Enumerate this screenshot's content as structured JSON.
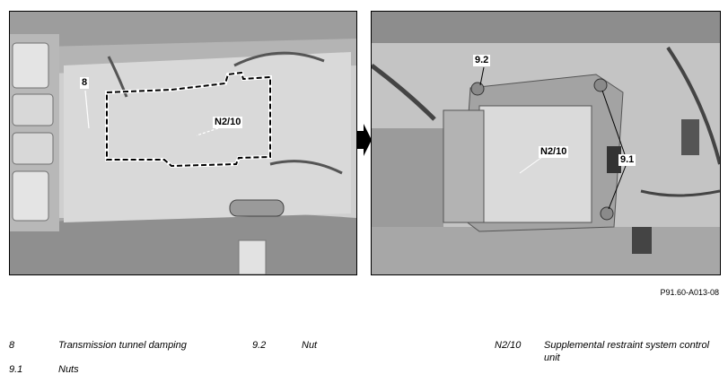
{
  "figure": {
    "reference": "P91.60-A013-08",
    "left_panel": {
      "callouts": [
        "8",
        "N2/10"
      ]
    },
    "right_panel": {
      "callouts": [
        "9.2",
        "N2/10",
        "9.1"
      ]
    }
  },
  "legend": [
    {
      "code": "8",
      "description": "Transmission tunnel damping"
    },
    {
      "code": "9.2",
      "description": "Nut"
    },
    {
      "code": "N2/10",
      "description": "Supplemental restraint system control unit"
    },
    {
      "code": "9.1",
      "description": "Nuts"
    }
  ]
}
